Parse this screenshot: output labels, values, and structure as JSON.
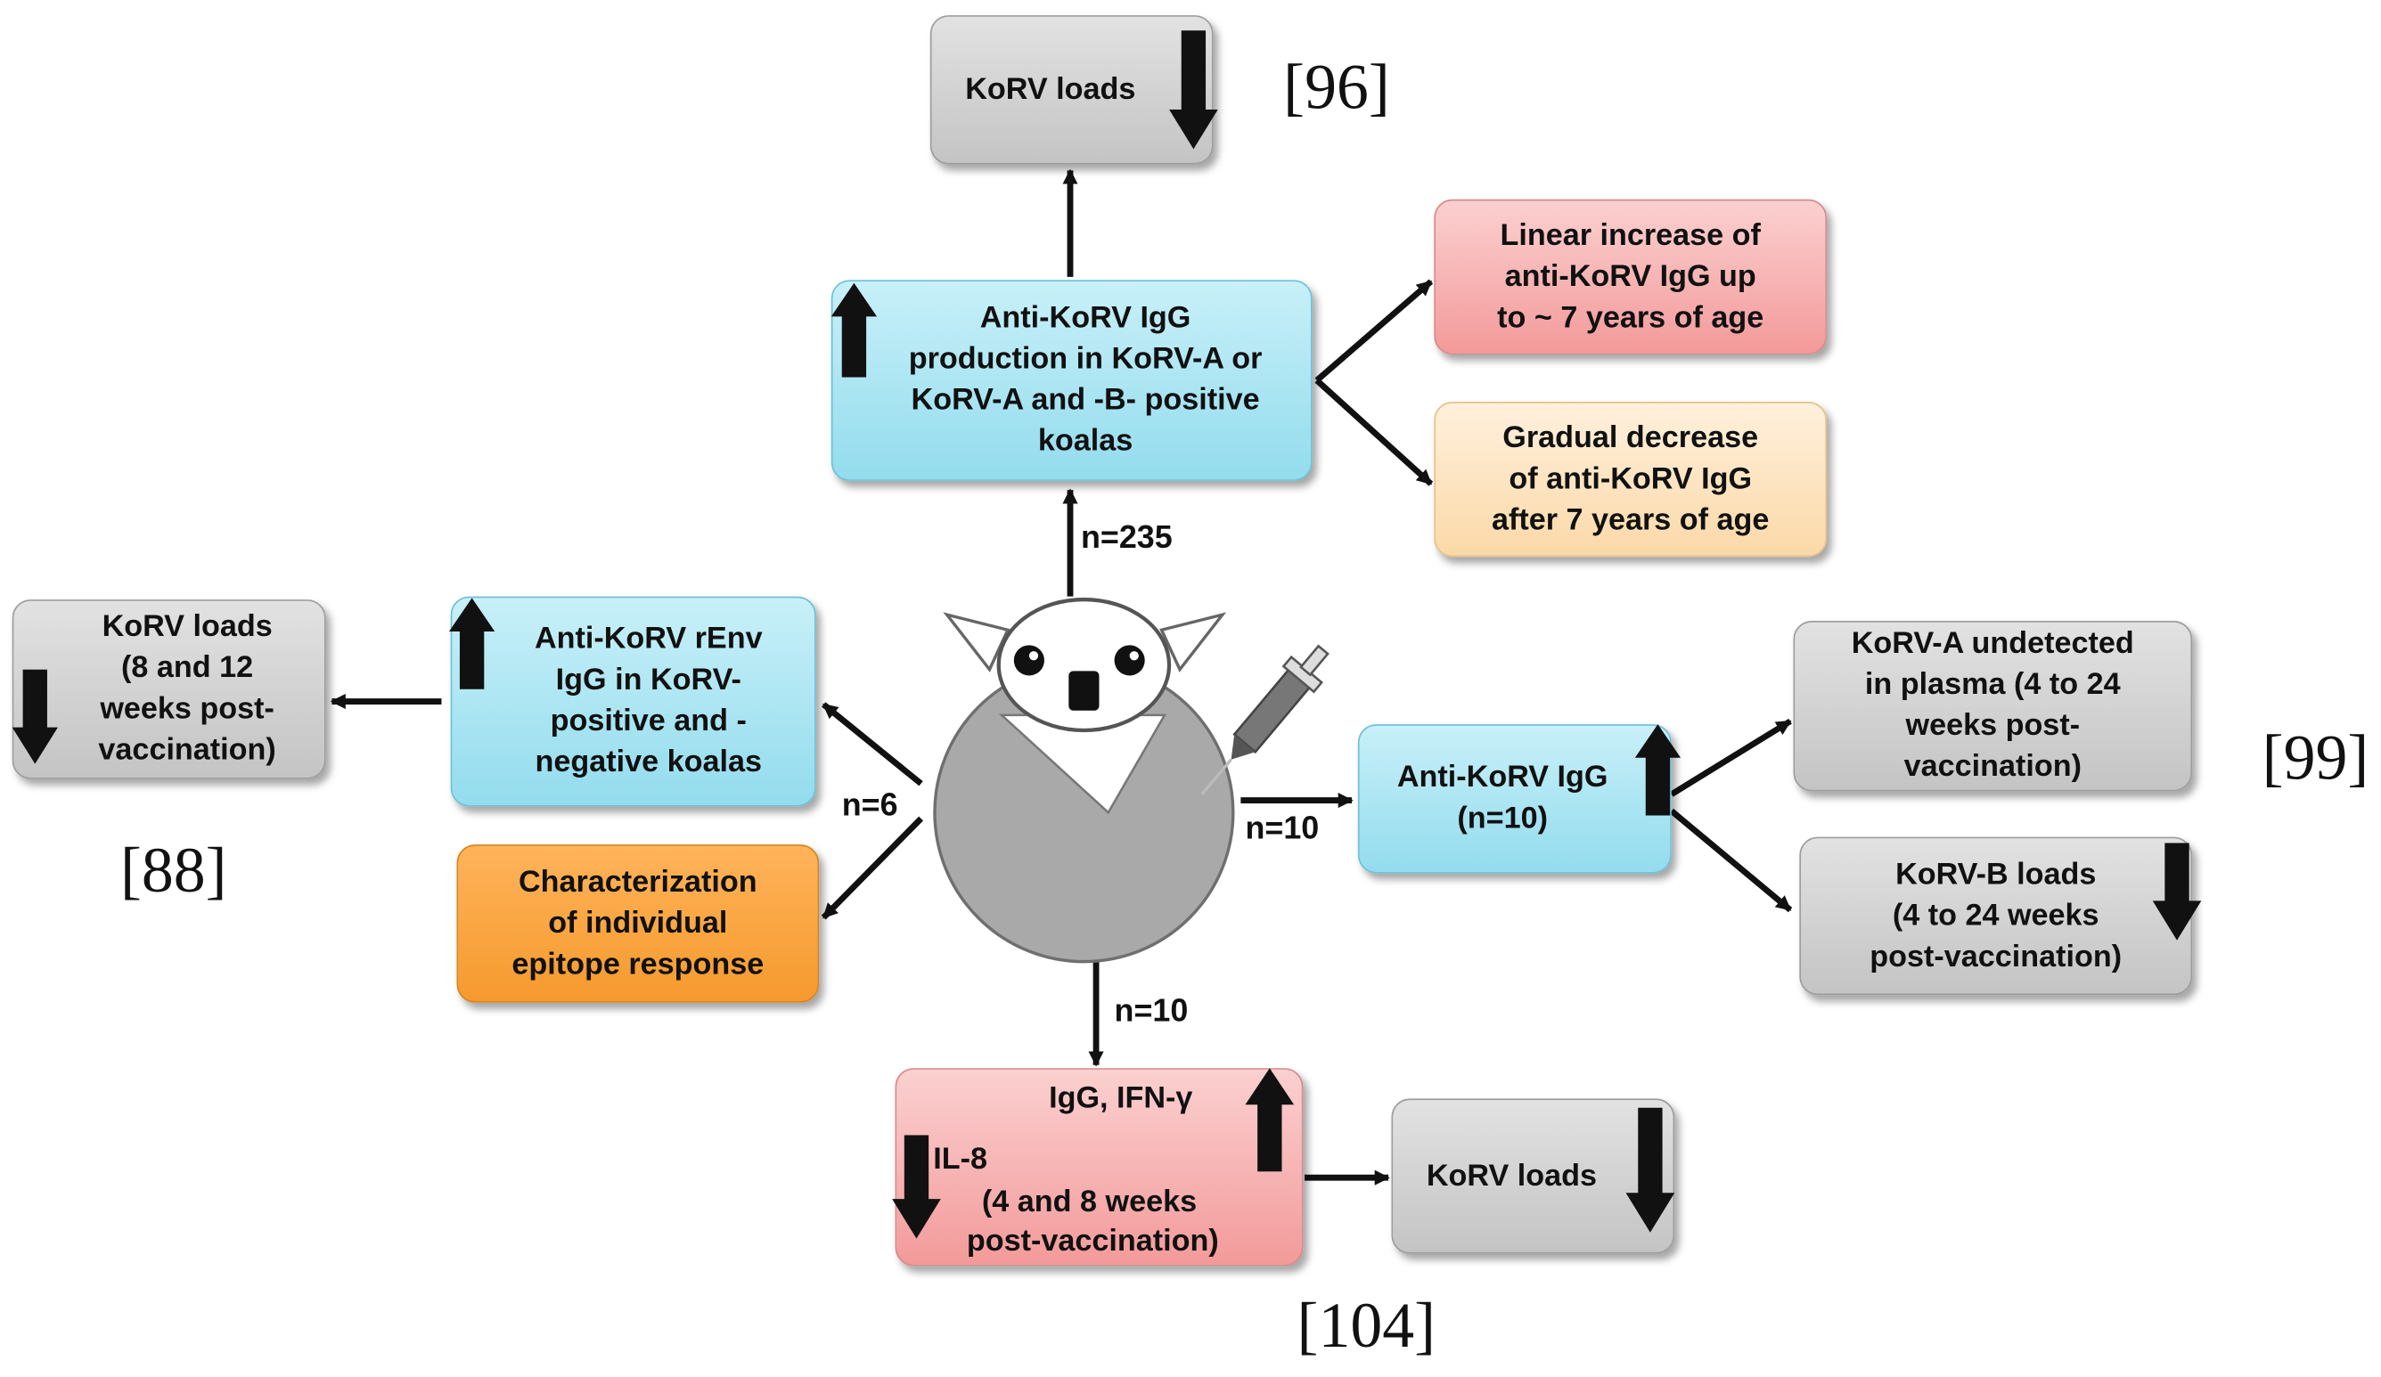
{
  "nodes": {
    "korv_loads_top": [
      "KoRV loads"
    ],
    "antibody_center_top": [
      "Anti-KoRV IgG",
      "production in KoRV-A or",
      "KoRV-A and -B- positive",
      "koalas"
    ],
    "linear_increase": [
      "Linear increase of",
      "anti-KoRV IgG up",
      "to ~ 7 years of age"
    ],
    "gradual_decrease": [
      "Gradual decrease",
      "of anti-KoRV IgG",
      "after 7 years of age"
    ],
    "korv_loads_left": [
      "KoRV loads",
      "(8 and 12",
      "weeks post-",
      "vaccination)"
    ],
    "renv_igg": [
      "Anti-KoRV rEnv",
      "IgG in KoRV-",
      "positive and -",
      "negative koalas"
    ],
    "characterization": [
      "Characterization",
      "of individual",
      "epitope response"
    ],
    "anti_korv_igg_right": [
      "Anti-KoRV IgG",
      "(n=10)"
    ],
    "korv_a_undetected": [
      "KoRV-A undetected",
      "in plasma (4 to 24",
      "weeks post-",
      "vaccination)"
    ],
    "korv_b_loads": [
      "KoRV-B loads",
      "(4 to 24 weeks",
      "post-vaccination)"
    ],
    "cytokines": {
      "line1": "IgG, IFN-γ",
      "line2": "IL-8",
      "line3": "(4 and 8 weeks",
      "line4": "post-vaccination)"
    },
    "korv_loads_bottom": [
      "KoRV loads"
    ]
  },
  "edge_labels": {
    "top": "n=235",
    "left": "n=6",
    "right": "n=10",
    "bottom": "n=10"
  },
  "references": {
    "top": "[96]",
    "left": "[88]",
    "right": "[99]",
    "bottom": "[104]"
  },
  "indicators": {
    "korv_loads_top": "down-arrow-icon",
    "antibody_center_top": "up-arrow-icon",
    "korv_loads_left": "down-arrow-icon",
    "renv_igg": "up-arrow-icon",
    "anti_korv_igg_right": "up-arrow-icon",
    "korv_b_loads": "down-arrow-icon",
    "cytokines_up": "up-arrow-icon",
    "cytokines_down": "down-arrow-icon",
    "korv_loads_bottom": "down-arrow-icon"
  },
  "colors": {
    "gray": "#c9c9c9",
    "blue": "#9fdff0",
    "pink": "#f5a8a8",
    "peach": "#fcdcb0",
    "orange": "#f7a23c",
    "koala_body": "#a9a9a9"
  }
}
